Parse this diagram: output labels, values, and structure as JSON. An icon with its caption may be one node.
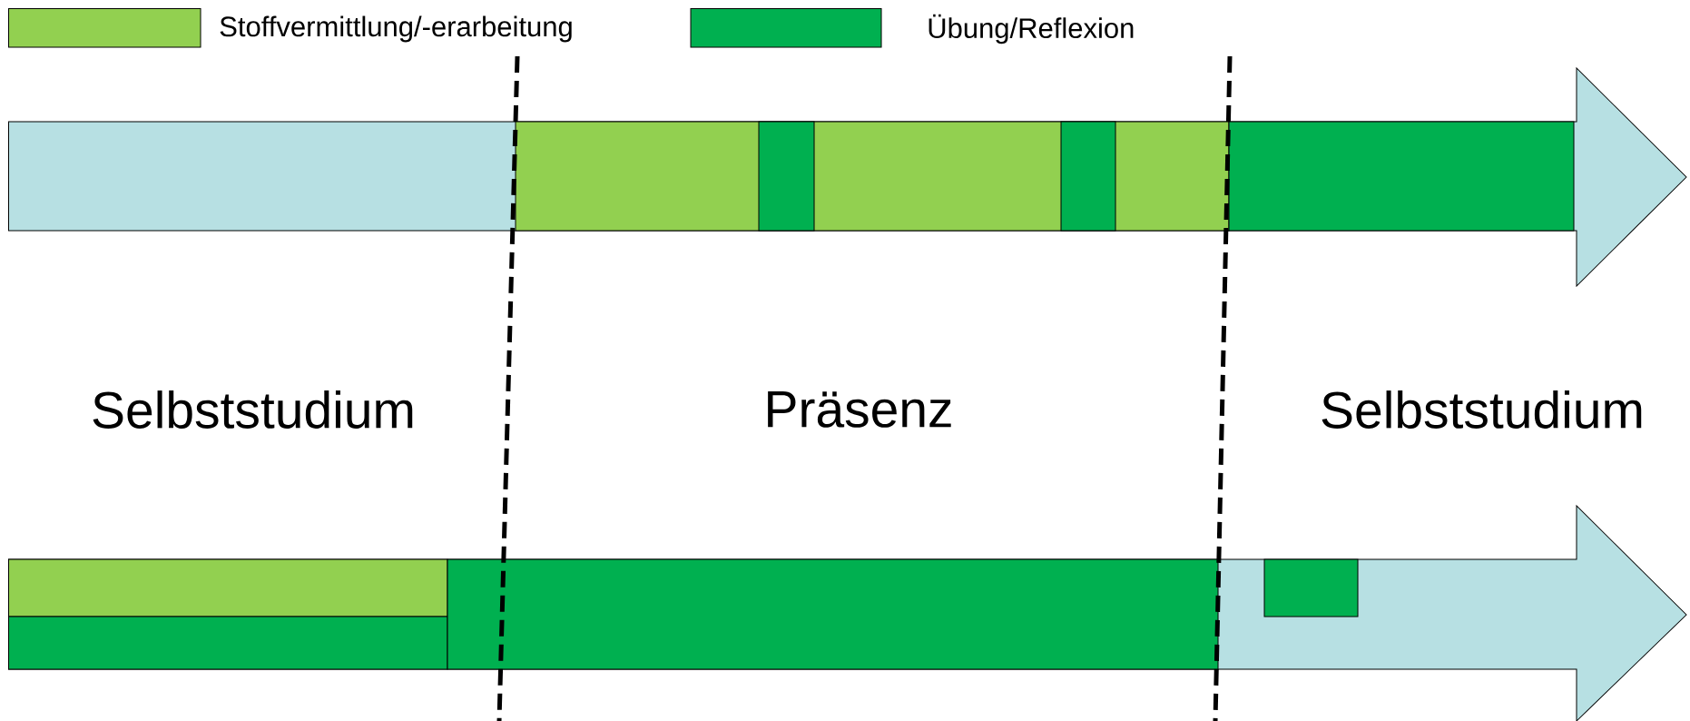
{
  "diagram": {
    "labels": [
      "Selbststudium",
      "Präsenz",
      "Selbststudium"
    ],
    "legend": [
      {
        "text": "Stoffvermittlung/-erarbeitung",
        "color": "#92d050"
      },
      {
        "text": "Übung/Reflexion",
        "color": "#00b050"
      }
    ]
  }
}
